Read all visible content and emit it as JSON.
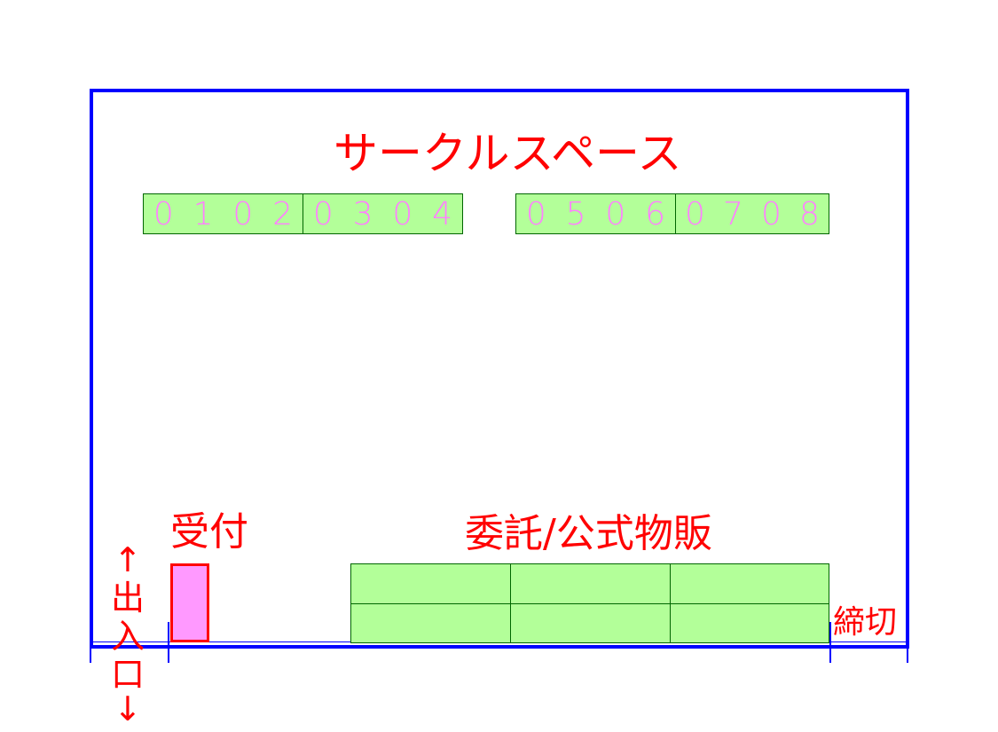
{
  "title": "サークルスペース",
  "circle_booths": [
    {
      "numbers": [
        "0",
        "1",
        "0",
        "2"
      ]
    },
    {
      "numbers": [
        "0",
        "3",
        "0",
        "4"
      ]
    },
    {
      "numbers": [
        "0",
        "5",
        "0",
        "6"
      ]
    },
    {
      "numbers": [
        "0",
        "7",
        "0",
        "8"
      ]
    }
  ],
  "reception_label": "受付",
  "consignment_label": "委託/公式物販",
  "entrance_label": {
    "up_arrow": "↑",
    "chars": [
      "出",
      "入",
      "口"
    ],
    "down_arrow": "↓"
  },
  "closed_label": "締切",
  "colors": {
    "wall": "#0000ff",
    "label": "#ff0000",
    "booth": "#b3ff99",
    "booth_number": "#ff80ff",
    "reception": "#ff99ff"
  }
}
